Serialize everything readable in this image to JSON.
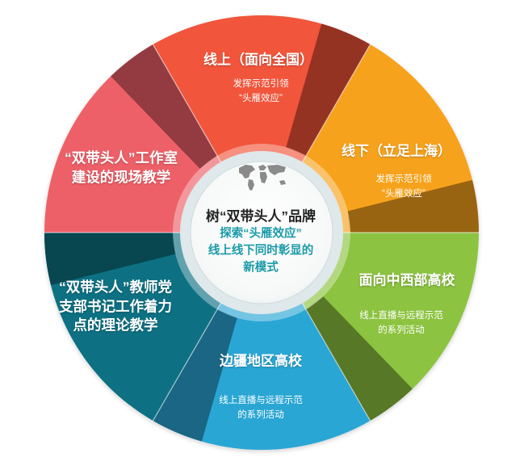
{
  "center": {
    "title": "树“双带头人”品牌",
    "subtitle": [
      "探索“头雁效应”",
      "线上线下同时彰显的",
      "新模式"
    ]
  },
  "segments": [
    {
      "id": "online",
      "title": [
        "线上（面向全国）"
      ],
      "subtitle": [
        "发挥示范引领",
        "“头雁效应”"
      ],
      "color": "#f1543b"
    },
    {
      "id": "offline",
      "title": [
        "线下（立足上海）"
      ],
      "subtitle": [
        "发挥示范引领",
        "“头雁效应”"
      ],
      "color": "#f7a21b"
    },
    {
      "id": "central-west",
      "title": [
        "面向中西部高校"
      ],
      "subtitle": [
        "线上直播与远程示范",
        "的系列活动"
      ],
      "color": "#8cc340"
    },
    {
      "id": "border",
      "title": [
        "边疆地区高校"
      ],
      "subtitle": [
        "线上直播与远程示范",
        "的系列活动"
      ],
      "color": "#2aa6d4"
    },
    {
      "id": "theory",
      "title": [
        "“双带头人”教师党",
        "支部书记工作着力",
        "点的理论教学"
      ],
      "subtitle": [],
      "color": "#0f7183"
    },
    {
      "id": "studio",
      "title": [
        "“双带头人”工作室",
        "建设的现场教学"
      ],
      "subtitle": [],
      "color": "#ee6068"
    }
  ],
  "colors": {
    "hub_ring": "#dfe8ea",
    "hub_fill": "#ffffff",
    "map": "#8a8a8a"
  },
  "icons": {
    "hub": "world-map-icon"
  }
}
